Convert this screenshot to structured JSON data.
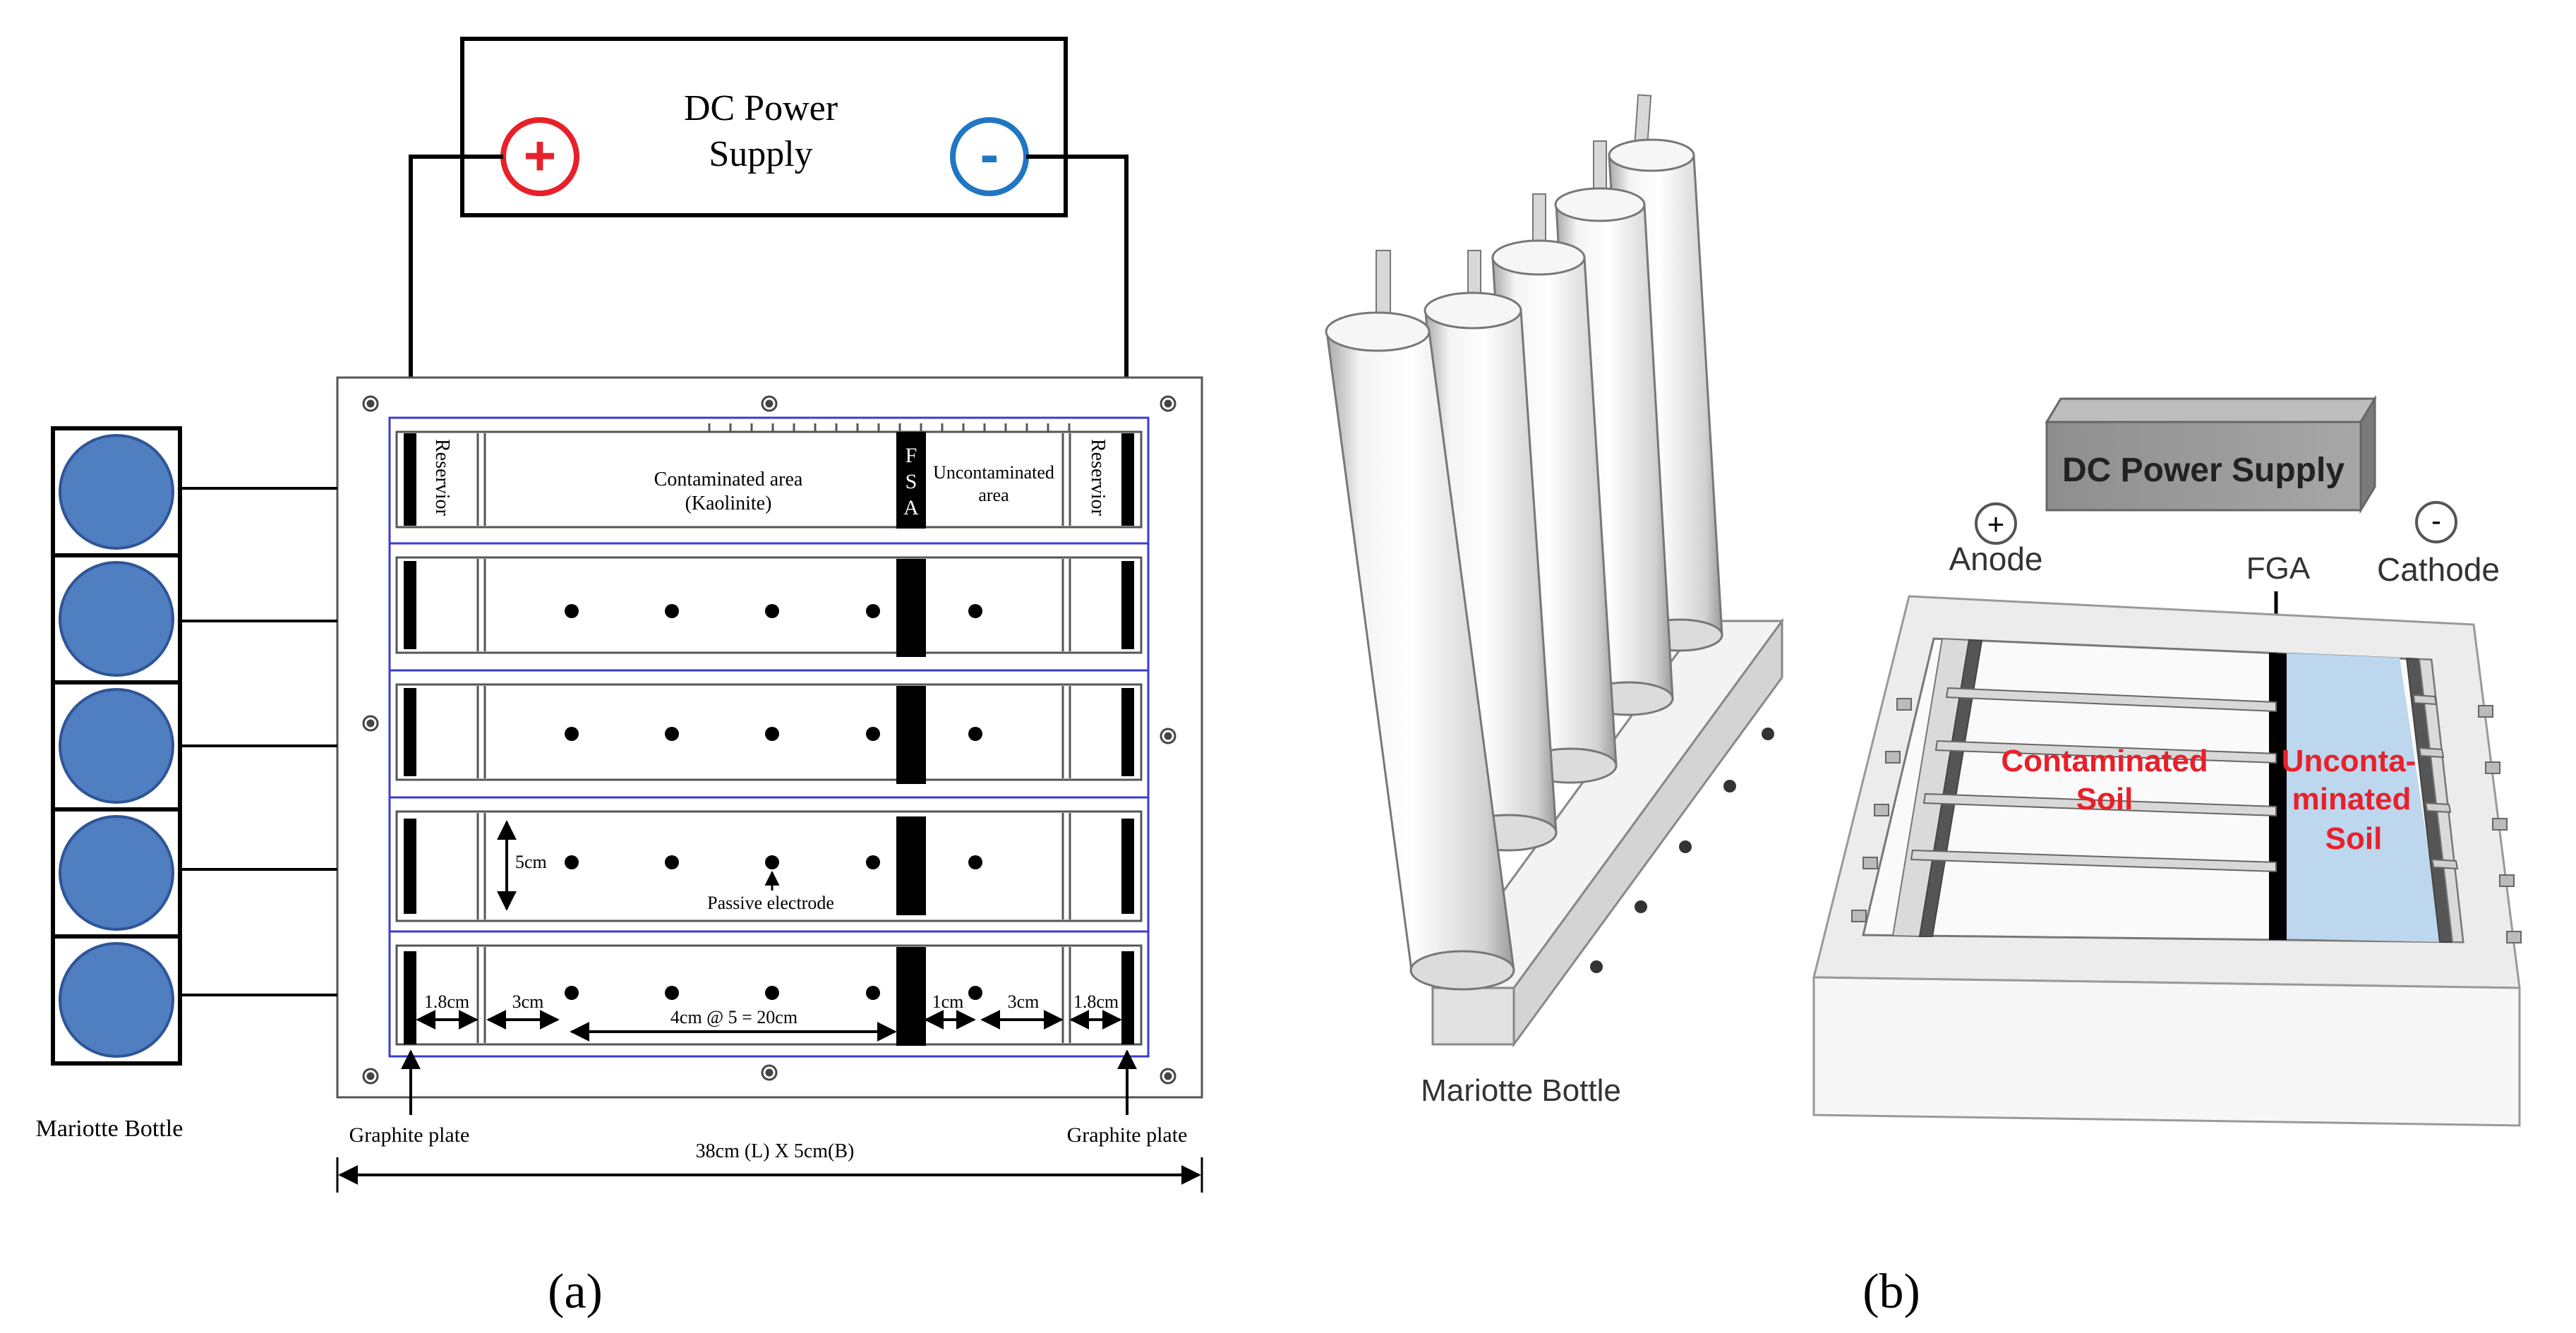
{
  "panel_a": {
    "power_supply": {
      "line1": "DC Power",
      "line2": "Supply",
      "plus": "+",
      "minus": "-"
    },
    "reservoir_left": "Reservior",
    "reservoir_right": "Reservior",
    "contaminated_line1": "Contaminated area",
    "contaminated_line2": "(Kaolinite)",
    "fsa_letters": [
      "F",
      "S",
      "A"
    ],
    "uncontaminated_line1": "Uncontaminated",
    "uncontaminated_line2": "area",
    "height_label": "5cm",
    "passive_label": "Passive electrode",
    "dim_1_8_left": "1.8cm",
    "dim_3_left": "3cm",
    "dim_span": "4cm @ 5 = 20cm",
    "dim_1": "1cm",
    "dim_3_right": "3cm",
    "dim_1_8_right": "1.8cm",
    "graphite_left": "Graphite plate",
    "graphite_right": "Graphite plate",
    "overall_dim": "38cm (L) X 5cm(B)",
    "mariotte": "Mariotte Bottle",
    "caption": "(a)"
  },
  "panel_b": {
    "power_supply": "DC Power Supply",
    "anode_sign": "+",
    "anode": "Anode",
    "cathode_sign": "-",
    "cathode": "Cathode",
    "fga": "FGA",
    "contaminated_line1": "Contaminated",
    "contaminated_line2": "Soil",
    "uncontaminated_line1": "Unconta-",
    "uncontaminated_line2": "minated",
    "uncontaminated_line3": "Soil",
    "mariotte": "Mariotte Bottle",
    "caption": "(b)"
  },
  "colors": {
    "bottle_blue": "#4f7ec1",
    "plus_red": "#e8202a",
    "minus_blue": "#1f77c4",
    "cell_blue": "#3b3bd6",
    "uncontaminated_fill": "#bcd7ee",
    "label_red": "#e8202a"
  }
}
